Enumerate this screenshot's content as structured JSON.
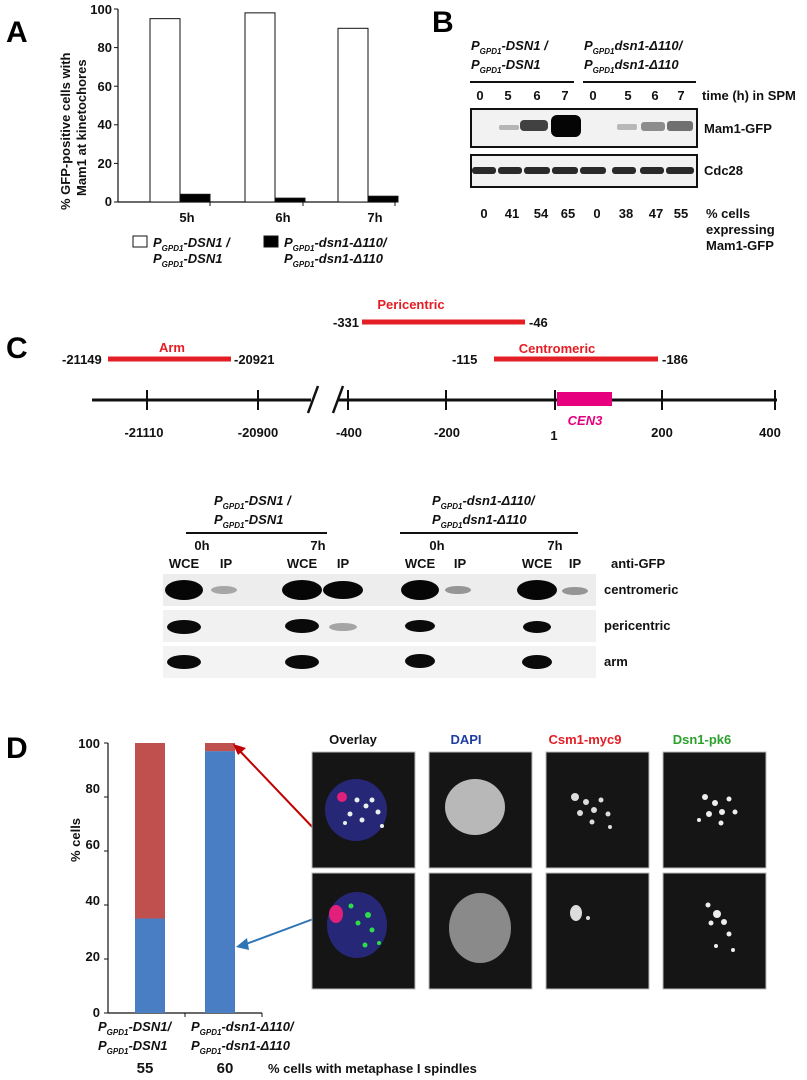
{
  "panels": {
    "a": "A",
    "b": "B",
    "c": "C",
    "d": "D"
  },
  "genotypes": {
    "g1_top_p": "P",
    "g1_top_sub": "GPD1",
    "g1_top_rest": "-DSN1 /",
    "g1_bot_p": "P",
    "g1_bot_sub": "GPD1",
    "g1_bot_rest": "-DSN1",
    "g2_top_p": "P",
    "g2_top_sub": "GPD1",
    "g2_top_rest": "-dsn1-Δ110/",
    "g2_bot_p": "P",
    "g2_bot_sub": "GPD1",
    "g2_bot_rest": "-dsn1-Δ110",
    "gB2_top_rest": "dsn1-Δ110/",
    "gB2_bot_rest": "dsn1-Δ110",
    "gC2_bot_rest": "dsn1-Δ110",
    "gD1_top_rest": "-DSN1/"
  },
  "panel_a": {
    "ylabel_line1": "% GFP-positive cells with",
    "ylabel_line2": "Mam1 at kinetochores",
    "yticks": [
      "0",
      "20",
      "40",
      "60",
      "80",
      "100"
    ],
    "legend_color_1": "#ffffff",
    "legend_color_2": "#000000"
  },
  "chart_data": [
    {
      "type": "bar",
      "categories": [
        "5h",
        "6h",
        "7h"
      ],
      "series": [
        {
          "name": "PGPD1-DSN1 / PGPD1-DSN1",
          "values": [
            95,
            98,
            90
          ]
        },
        {
          "name": "PGPD1-dsn1-Δ110/ PGPD1-dsn1-Δ110",
          "values": [
            4,
            2,
            3
          ]
        }
      ],
      "title": "",
      "xlabel": "",
      "ylabel": "% GFP-positive cells with Mam1 at kinetochores",
      "ylim": [
        0,
        100
      ]
    },
    {
      "type": "bar",
      "categories": [
        "P_GPD1-DSN1/ P_GPD1-DSN1",
        "P_GPD1-dsn1-Δ110/ P_GPD1-dsn1-Δ110"
      ],
      "series": [
        {
          "name": "blue",
          "values": [
            35,
            97
          ]
        },
        {
          "name": "red",
          "values": [
            65,
            3
          ]
        }
      ],
      "title": "",
      "xlabel": "",
      "ylabel": "% cells",
      "ylim": [
        0,
        100
      ],
      "stacked": true
    }
  ],
  "panel_b": {
    "timepoints": [
      "0",
      "5",
      "6",
      "7",
      "0",
      "5",
      "6",
      "7"
    ],
    "time_label": "time (h) in SPM",
    "band1": "Mam1-GFP",
    "band2": "Cdc28",
    "percents": [
      "0",
      "41",
      "54",
      "65",
      "0",
      "38",
      "47",
      "55"
    ],
    "pct_label_1": "% cells",
    "pct_label_2": "expressing",
    "pct_label_3": "Mam1-GFP"
  },
  "panel_c": {
    "pericentric": "Pericentric",
    "peri_left": "-331",
    "peri_right": "-46",
    "arm": "Arm",
    "arm_left": "-21149",
    "arm_right": "-20921",
    "centromeric": "Centromeric",
    "cen_left": "-115",
    "cen_right": "-186",
    "cen3": "CEN3",
    "axis_ticks_left": [
      "-21110",
      "-20900"
    ],
    "axis_ticks_right": [
      "-400",
      "-200",
      "1",
      "200",
      "400"
    ],
    "gel_times": [
      "0h",
      "7h",
      "0h",
      "7h"
    ],
    "lane_wce": "WCE",
    "lane_ip": "IP",
    "anti": "anti-GFP",
    "rows": [
      "centromeric",
      "pericentric",
      "arm"
    ],
    "accent_red": "#e31e24",
    "accent_magenta": "#e6007e"
  },
  "panel_d": {
    "ylabel": "% cells",
    "yticks": [
      "0",
      "20",
      "40",
      "60",
      "80",
      "100"
    ],
    "col_titles": [
      "Overlay",
      "DAPI",
      "Csm1-myc9",
      "Dsn1-pk6"
    ],
    "title_colors": [
      "#111111",
      "#1f3ea0",
      "#e31e24",
      "#2ca02c"
    ],
    "bar_blue": "#4a7ec4",
    "bar_red": "#c0504d",
    "num_1": "55",
    "num_2": "60",
    "spindle_label": "% cells with metaphase I spindles"
  }
}
